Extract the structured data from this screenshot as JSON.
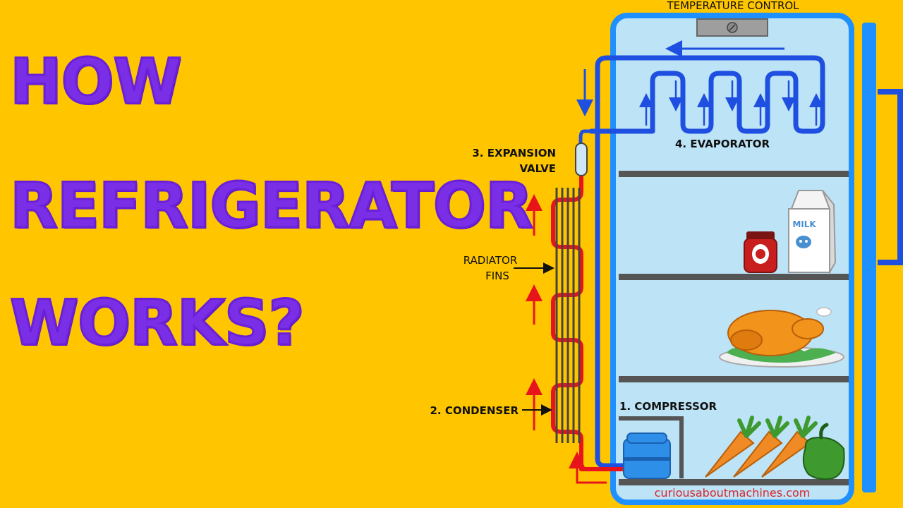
{
  "headline": {
    "line1": "HOW",
    "line2": "REFRIGERATOR",
    "line3": "WORKS?"
  },
  "labels": {
    "temperature_control": "TEMPERATURE CONTROL",
    "expansion_line1": "3. EXPANSION",
    "expansion_line2": "VALVE",
    "evaporator": "4. EVAPORATOR",
    "radiator_line1": "RADIATOR",
    "radiator_line2": "FINS",
    "condenser": "2. CONDENSER",
    "compressor": "1. COMPRESSOR",
    "milk": "MILK",
    "website": "curiousaboutmachines.com"
  },
  "colors": {
    "background": "#FFC600",
    "headline": "#7A2FE6",
    "fridge_outline": "#1E90FF",
    "fridge_interior": "#BDE3F7",
    "cold_pipe": "#1F4FE0",
    "hot_pipe": "#E8141C",
    "shelf": "#555555",
    "website_text": "#D9252B"
  }
}
